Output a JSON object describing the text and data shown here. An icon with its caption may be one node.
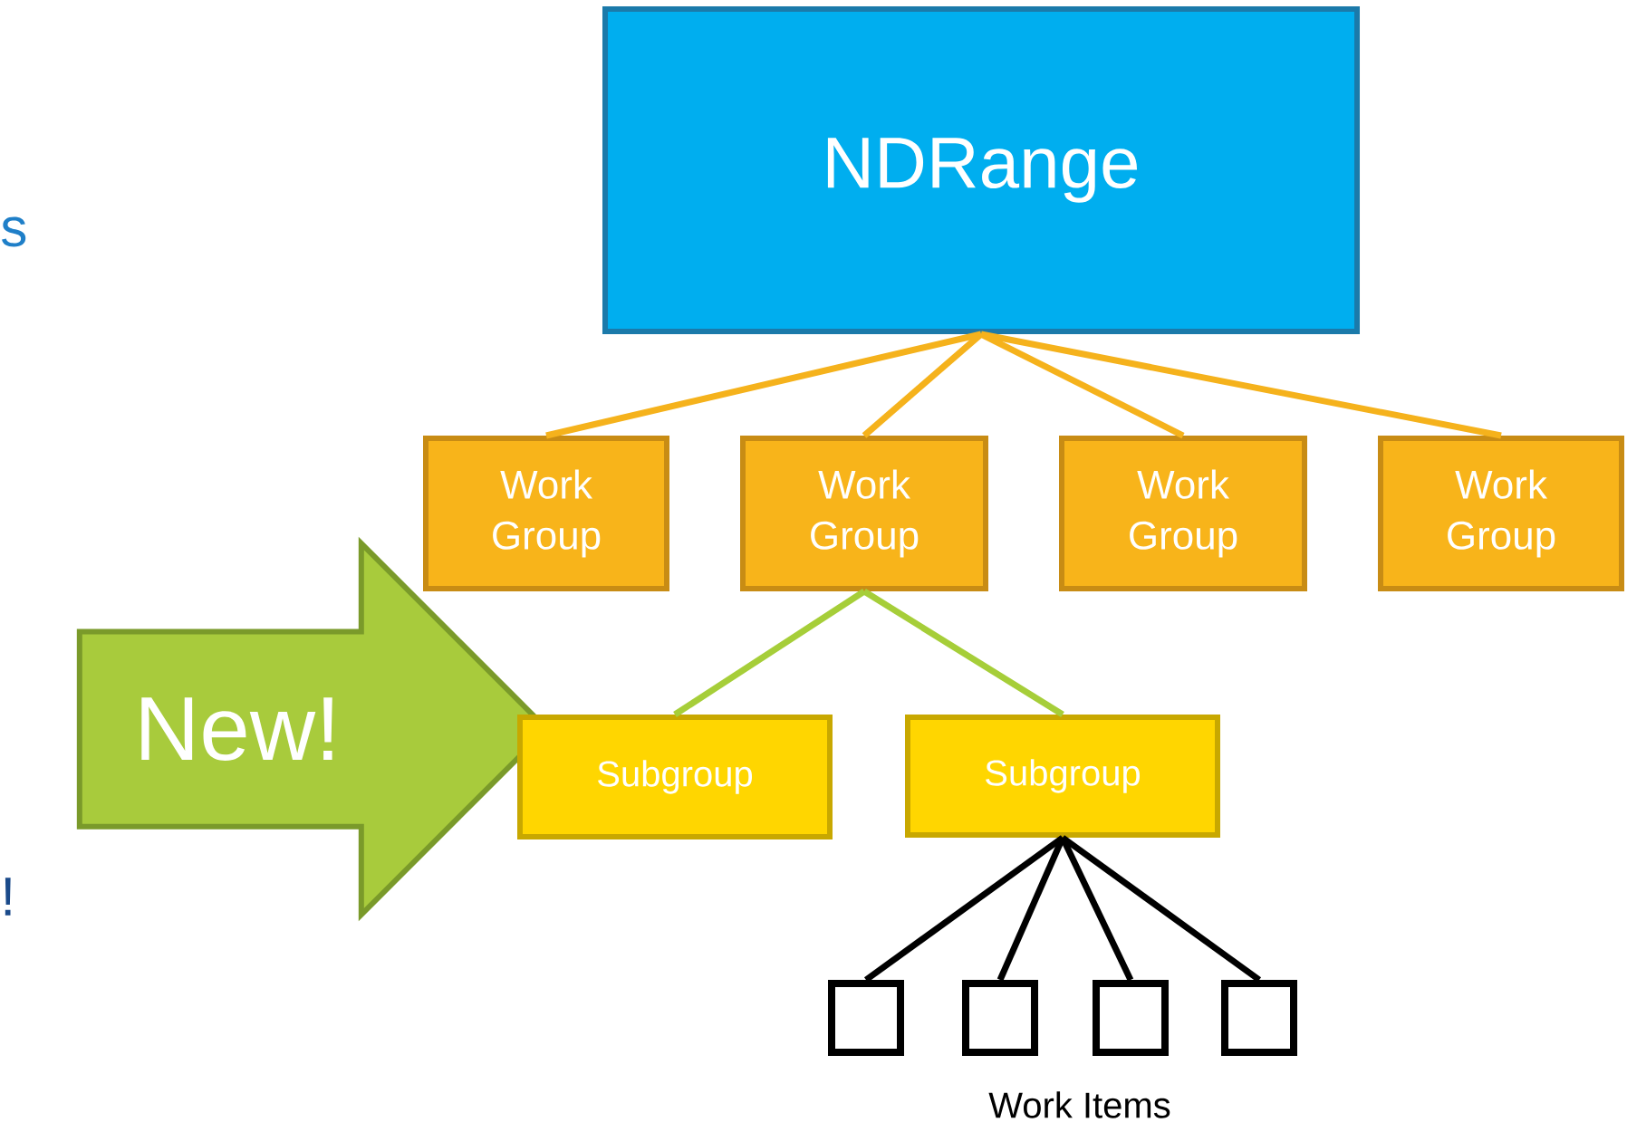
{
  "diagram": {
    "nodes": [
      {
        "text": [
          "NDRange"
        ]
      },
      {
        "text": [
          "Work Group"
        ]
      },
      {
        "text": [
          "Work Group"
        ]
      },
      {
        "text": [
          "Work Group"
        ]
      },
      {
        "text": [
          "Work Group"
        ]
      },
      {
        "text": [
          "New!"
        ]
      },
      {
        "text": [
          "Subgroup"
        ]
      },
      {
        "text": [
          "Subgroup"
        ]
      },
      {
        "text": [],
        "shape": "box"
      },
      {
        "text": [],
        "shape": "box"
      },
      {
        "text": [],
        "shape": "box"
      },
      {
        "text": [],
        "shape": "box"
      }
    ],
    "edges": [
      {
        "from": 0,
        "to": 1,
        "arrow": "none",
        "color": "#f5b21c"
      },
      {
        "from": 0,
        "to": 2,
        "arrow": "none",
        "color": "#f5b21c"
      },
      {
        "from": 0,
        "to": 3,
        "arrow": "none",
        "color": "#f5b21c"
      },
      {
        "from": 0,
        "to": 4,
        "arrow": "none",
        "color": "#f5b21c"
      },
      {
        "from": 2,
        "to": 6,
        "arrow": "none",
        "color": "#a6ce39"
      },
      {
        "from": 2,
        "to": 7,
        "arrow": "none",
        "color": "#a6ce39"
      },
      {
        "from": 7,
        "to": 8,
        "arrow": "none",
        "color": "#000000"
      },
      {
        "from": 7,
        "to": 9,
        "arrow": "none",
        "color": "#000000"
      },
      {
        "from": 7,
        "to": 10,
        "arrow": "none",
        "color": "#000000"
      },
      {
        "from": 7,
        "to": 11,
        "arrow": "none",
        "color": "#000000"
      }
    ],
    "labels": [
      "s",
      "!",
      "Work Items"
    ]
  }
}
